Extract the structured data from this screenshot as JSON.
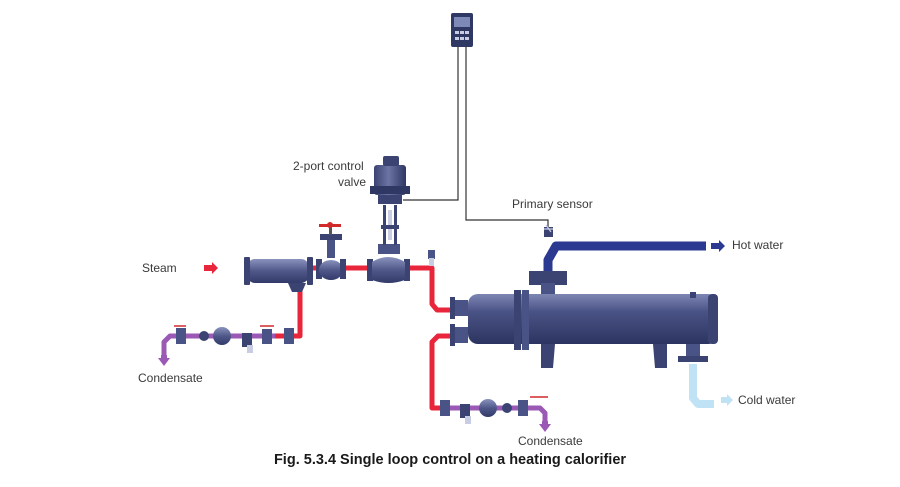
{
  "labels": {
    "control_valve_line1": "2-port control",
    "control_valve_line2": "valve",
    "primary_sensor": "Primary sensor",
    "steam": "Steam",
    "hot_water": "Hot water",
    "cold_water": "Cold water",
    "condensate_left": "Condensate",
    "condensate_bottom": "Condensate"
  },
  "caption": "Fig. 5.3.4 Single loop control on a heating calorifier",
  "colors": {
    "steam_pipe": "#e8253a",
    "hot_water_pipe": "#2b3990",
    "cold_water_pipe": "#bfe3f5",
    "condensate_pipe": "#9b59b6",
    "vessel": "#414a7c",
    "signal_line": "#333333"
  },
  "icons": [
    "controller-icon",
    "actuator-icon",
    "globe-valve-icon",
    "strainer-icon",
    "steam-trap-icon",
    "temperature-sensor-icon",
    "arrow-right-icon",
    "arrow-down-icon"
  ]
}
